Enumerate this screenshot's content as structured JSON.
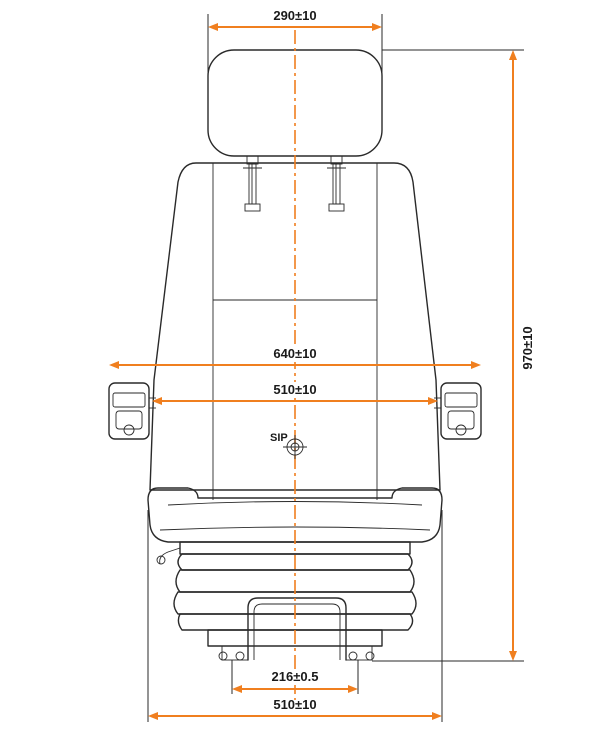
{
  "dimensions": {
    "headrest_width": "290±10",
    "armrest_span": "640±10",
    "inner_width": "510±10",
    "overall_height": "970±10",
    "mount_spacing": "216±0.5",
    "base_width": "510±10"
  },
  "labels": {
    "sip": "SIP"
  },
  "colors": {
    "dimension": "#f07f1f",
    "outline": "#2a2a2a"
  }
}
